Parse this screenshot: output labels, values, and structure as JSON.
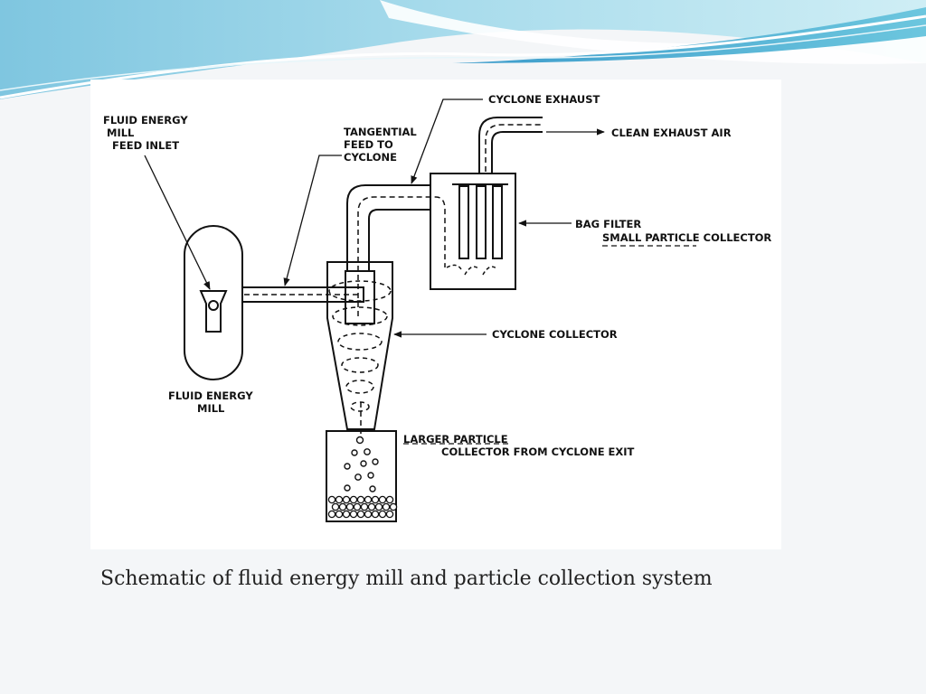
{
  "diagram": {
    "labels": {
      "feed_inlet": [
        "FLUID ENERGY",
        "MILL",
        "FEED INLET"
      ],
      "tangential_feed": [
        "TANGENTIAL",
        "FEED TO",
        "CYCLONE"
      ],
      "cyclone_exhaust": "CYCLONE EXHAUST",
      "clean_exhaust_air": "CLEAN EXHAUST AIR",
      "bag_filter": "BAG FILTER",
      "small_particle_collector": "SMALL PARTICLE COLLECTOR",
      "cyclone_collector": "CYCLONE COLLECTOR",
      "fluid_energy_mill": [
        "FLUID ENERGY",
        "MILL"
      ],
      "larger_particle": "LARGER PARTICLE",
      "collector_from_cyclone_exit": "COLLECTOR FROM CYCLONE EXIT"
    }
  },
  "caption": "Schematic of fluid energy mill and particle collection system",
  "colors": {
    "banner_light": "#bfe4ef",
    "banner_mid": "#5bb8d4",
    "banner_dark": "#2f86b8",
    "line": "#111111"
  }
}
